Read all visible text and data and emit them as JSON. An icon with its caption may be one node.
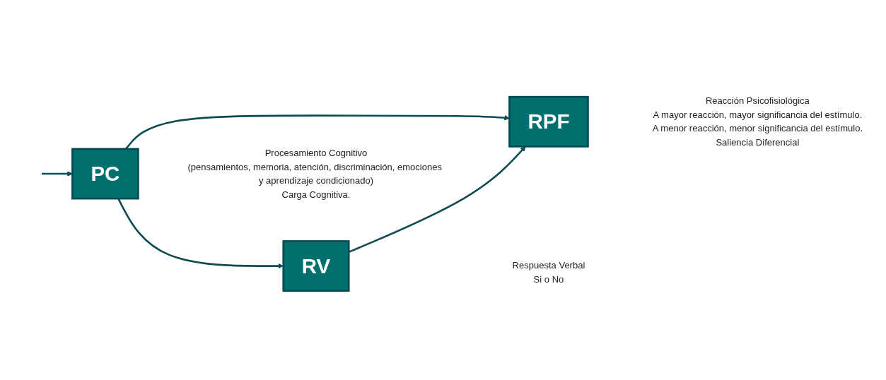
{
  "diagram": {
    "nodes": [
      {
        "text": [
          "PC"
        ],
        "beside": [
          "Procesamiento Cognitivo",
          "(pensamientos, memoria, atención, discriminación, emociones y aprendizaje condicionado)",
          "Carga Cognitiva."
        ]
      },
      {
        "text": [
          "RV"
        ],
        "beside": [
          "Respuesta Verbal",
          "Si o No"
        ]
      },
      {
        "text": [
          "RPF"
        ],
        "beside": [
          "Reacción Psicofisiológica",
          "A mayor reacción, mayor significancia del estímulo.",
          "A menor reacción, menor significancia del estímulo.",
          "Saliencia Diferencial"
        ]
      }
    ],
    "edges": [
      {
        "from": null,
        "to": 0,
        "arrow": "to"
      },
      {
        "from": 0,
        "to": 1,
        "arrow": "to"
      },
      {
        "from": 0,
        "to": 2,
        "arrow": "to"
      },
      {
        "from": 1,
        "to": 2,
        "arrow": "to"
      }
    ]
  }
}
